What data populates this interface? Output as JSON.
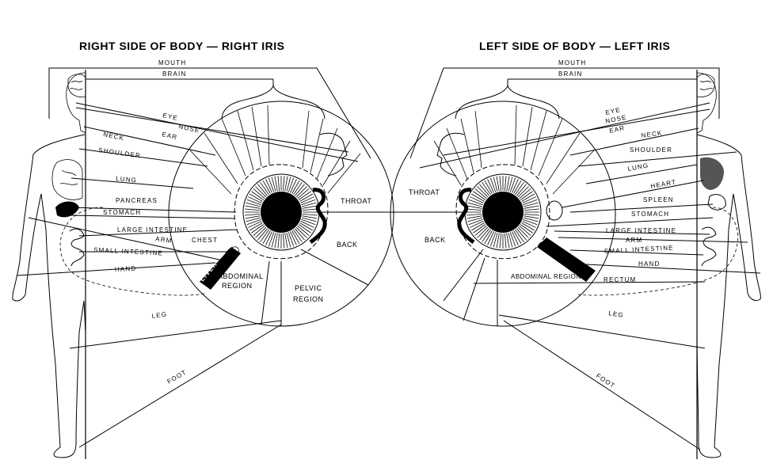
{
  "titles": {
    "right": "RIGHT SIDE OF BODY — RIGHT IRIS",
    "left": "LEFT SIDE OF BODY — LEFT IRIS"
  },
  "right_chart": {
    "labels": {
      "mouth": "MOUTH",
      "brain": "BRAIN",
      "eye": "EYE",
      "nose": "NOSE",
      "ear": "EAR",
      "neck": "NECK",
      "shoulder": "SHOULDER",
      "lung": "LUNG",
      "pancreas": "PANCREAS",
      "stomach": "STOMACH",
      "large_intestine": "LARGE INTESTINE",
      "arm": "ARM",
      "chest": "CHEST",
      "small_intestine": "SMALL INTESTINE",
      "hand": "HAND",
      "liver": "LIVER",
      "gall": "GALL",
      "leg": "LEG",
      "foot": "FOOT"
    },
    "zones": {
      "throat": "THROAT",
      "back": "BACK",
      "abdominal_1": "ABDOMINAL",
      "abdominal_2": "REGION",
      "pelvic_1": "PELVIC",
      "pelvic_2": "REGION"
    }
  },
  "left_chart": {
    "labels": {
      "mouth": "MOUTH",
      "brain": "BRAIN",
      "eye": "EYE",
      "nose": "NOSE",
      "ear": "EAR",
      "neck": "NECK",
      "shoulder": "SHOULDER",
      "lung": "LUNG",
      "heart": "HEART",
      "spleen": "SPLEEN",
      "stomach": "STOMACH",
      "large_intestine": "LARGE INTESTINE",
      "arm": "ARM",
      "small_intestine": "SMALL INTESTINE",
      "hand": "HAND",
      "rectum": "RECTUM",
      "leg": "LEG",
      "foot": "FOOT"
    },
    "zones": {
      "throat": "THROAT",
      "back": "BACK",
      "abdominal": "ABDOMINAL REGION"
    }
  }
}
